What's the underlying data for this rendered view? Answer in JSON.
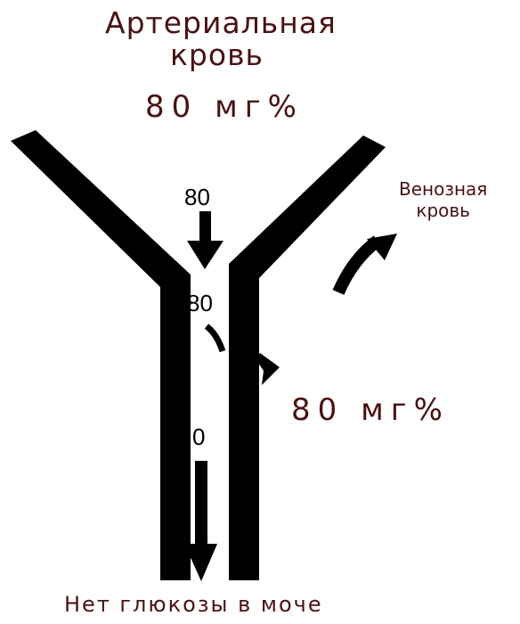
{
  "title": {
    "line1": "Артериальная",
    "line2": "кровь"
  },
  "arterial_concentration": "80 мг%",
  "venous_label": {
    "line1": "Венозная",
    "line2": "кровь"
  },
  "tubule_values": {
    "inflow": "80",
    "filtered": "80",
    "urine": "0"
  },
  "reabsorbed_concentration": "80 мг%",
  "footer": "Нет глюкозы в моче",
  "colors": {
    "text": "#4a1212",
    "shape": "#000000",
    "background": "#ffffff"
  }
}
